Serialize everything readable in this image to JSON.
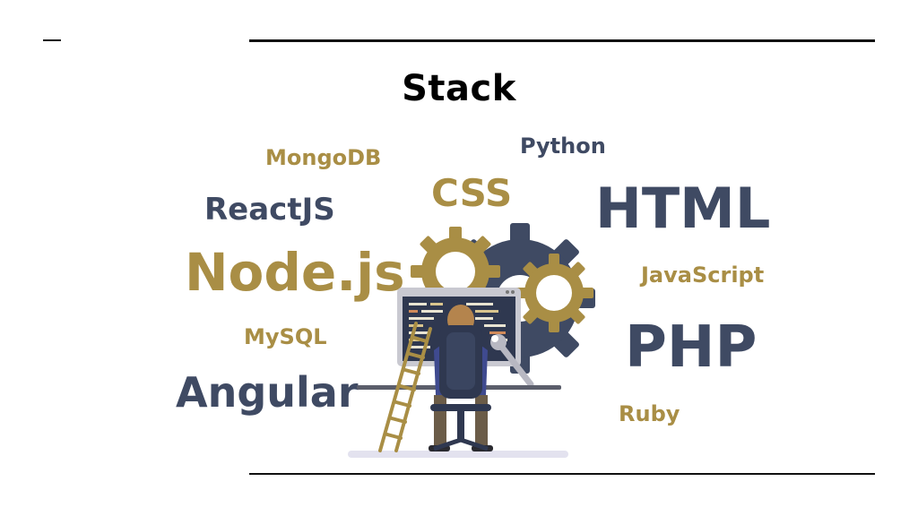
{
  "slide": {
    "title": "Stack"
  },
  "technologies": {
    "mongodb": "MongoDB",
    "python": "Python",
    "reactjs": "ReactJS",
    "css": "CSS",
    "html": "HTML",
    "nodejs": "Node.js",
    "javascript": "JavaScript",
    "mysql": "MySQL",
    "php": "PHP",
    "angular": "Angular",
    "ruby": "Ruby"
  },
  "colors": {
    "navy": "#3f4a63",
    "gold": "#a98e45",
    "rule": "#111111"
  },
  "illustration": {
    "icons": [
      "gear-icon",
      "computer-monitor",
      "ladder",
      "wrench-icon",
      "developer-person",
      "office-chair"
    ]
  }
}
